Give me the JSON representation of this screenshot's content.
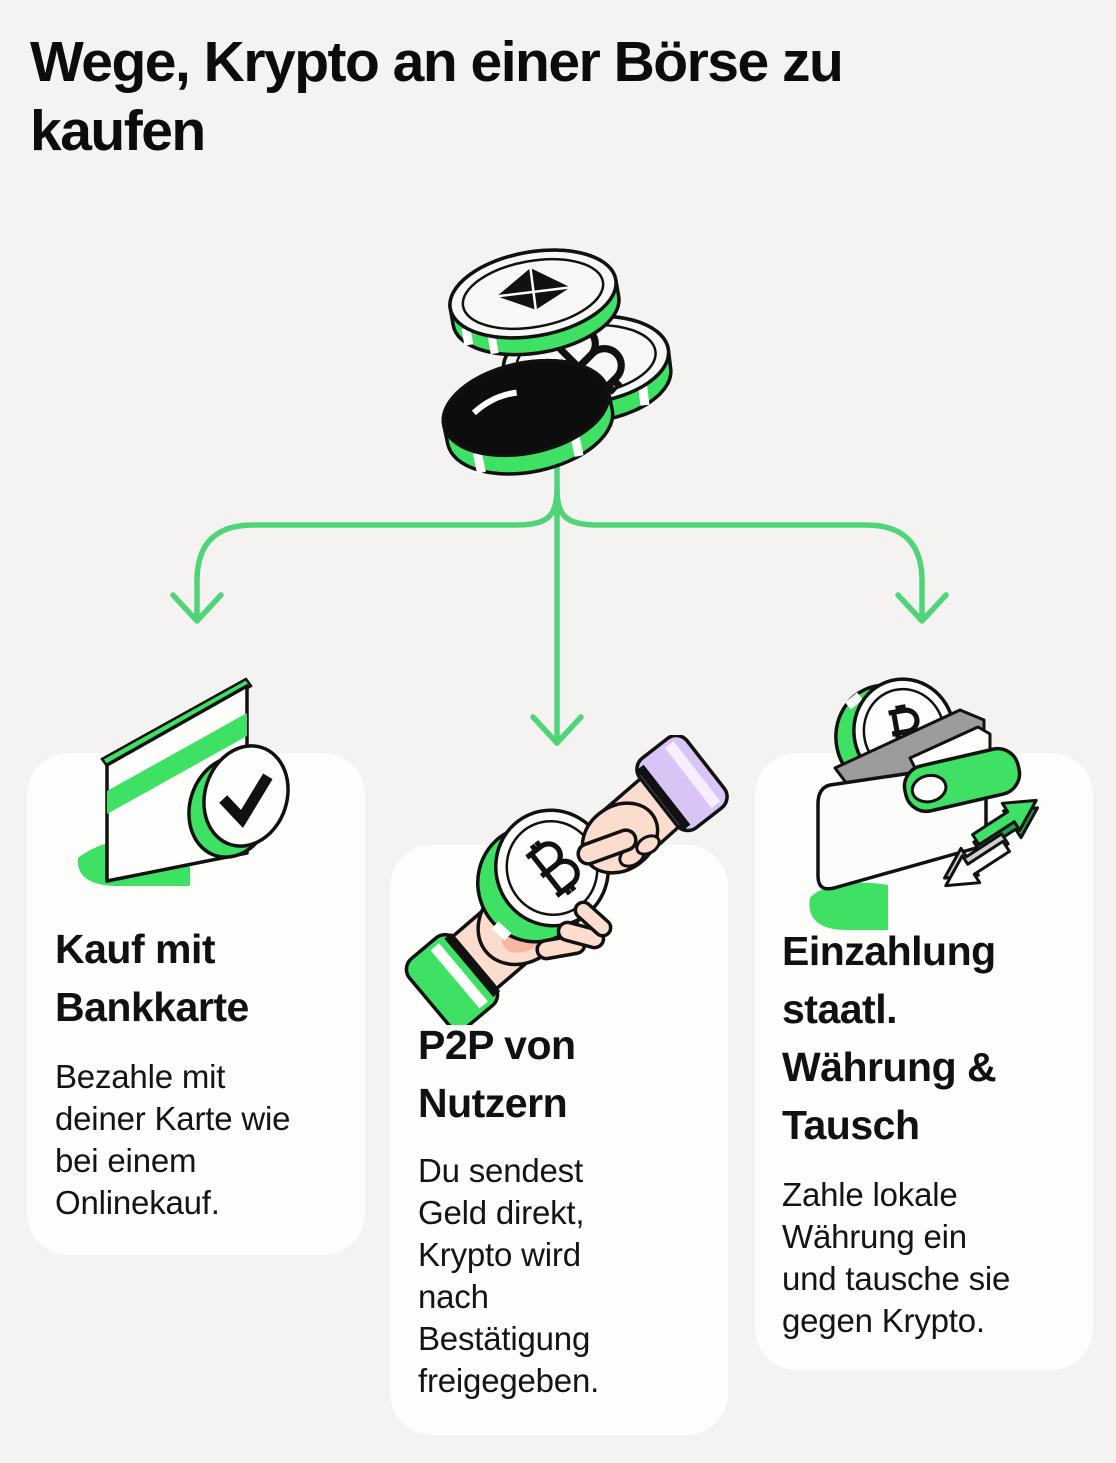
{
  "title": "Wege, Krypto an einer Börse zu\nkaufen",
  "colors": {
    "background": "#f4f3f1",
    "card_background": "#fdfdfc",
    "accent_green": "#3ee163",
    "arrow_green": "#4fd477",
    "text_black": "#111111",
    "lavender_sleeve": "#d9c4f6",
    "skin_tone": "#fcdccd"
  },
  "flow": {
    "source_icon": "crypto-coins-stack-icon",
    "branch_count": 3
  },
  "icons": {
    "coins_stack": "eth-coin, btc-coin, black-coin",
    "card_left": "bank-card-with-checkmark",
    "card_mid": "hands-exchanging-bitcoin",
    "card_right": "wallet-with-exchange-arrows"
  },
  "cards": [
    {
      "id": "bankcard",
      "title": "Kauf mit\nBankkarte",
      "body": "Bezahle mit\ndeiner Karte wie\nbei einem\nOnlinekauf."
    },
    {
      "id": "p2p",
      "title": "P2P von\nNutzern",
      "body": "Du sendest\nGeld direkt,\nKrypto wird\nnach\nBestätigung\nfreigegeben."
    },
    {
      "id": "fiat",
      "title": "Einzahlung\nstaatl.\nWährung &\nTausch",
      "body": "Zahle lokale\nWährung ein\nund tausche sie\ngegen Krypto."
    }
  ]
}
